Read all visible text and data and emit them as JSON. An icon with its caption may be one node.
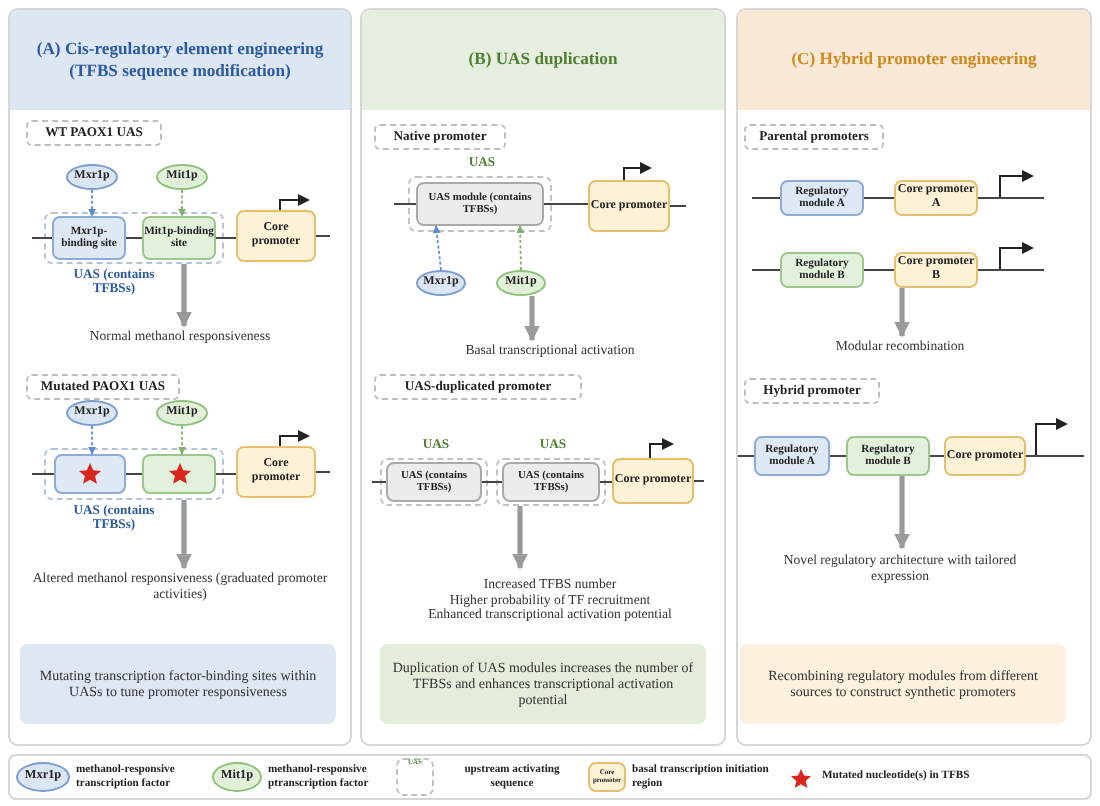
{
  "diagram": {
    "nodes": [
      {
        "text": [
          "(A) Cis-regulatory element engineering (TFBS sequence modification)"
        ]
      },
      {
        "text": [
          "WT PAOX1 UAS"
        ],
        "in": 0
      },
      {
        "text": [
          "Mxr1p"
        ],
        "in": 0
      },
      {
        "text": [
          "Mit1p"
        ],
        "in": 0
      },
      {
        "text": [
          "UAS (contains TFBSs)"
        ],
        "in": 0
      },
      {
        "text": [
          "Mxr1p-binding site"
        ],
        "in": 4
      },
      {
        "text": [
          "Mit1p-binding site"
        ],
        "in": 4
      },
      {
        "text": [
          "Core promoter"
        ],
        "in": 0
      },
      {
        "text": [
          "Normal methanol responsiveness"
        ],
        "in": 0
      },
      {
        "text": [
          "Mutated PAOX1 UAS"
        ],
        "in": 0
      },
      {
        "text": [
          "Mxr1p"
        ],
        "in": 0
      },
      {
        "text": [
          "Mit1p"
        ],
        "in": 0
      },
      {
        "text": [
          "UAS (contains TFBSs)"
        ],
        "in": 0
      },
      {
        "text": [],
        "shape": "box",
        "in": 12
      },
      {
        "text": [],
        "shape": "box",
        "in": 12
      },
      {
        "text": [
          "Core promoter"
        ],
        "in": 0
      },
      {
        "text": [
          "Altered methanol responsiveness (graduated promoter activities)"
        ],
        "in": 0
      },
      {
        "text": [
          "Mutating transcription factor-binding sites within UASs to tune promoter responsiveness"
        ],
        "in": 0
      },
      {
        "text": [
          "(B) UAS duplication"
        ]
      },
      {
        "text": [
          "Native promoter"
        ],
        "in": 18
      },
      {
        "text": [
          "UAS"
        ],
        "in": 18
      },
      {
        "text": [
          "UAS module (contains TFBSs)"
        ],
        "in": 20
      },
      {
        "text": [
          "Core promoter"
        ],
        "in": 18
      },
      {
        "text": [
          "Mxr1p"
        ],
        "in": 18
      },
      {
        "text": [
          "Mit1p"
        ],
        "in": 18
      },
      {
        "text": [
          "Basal transcriptional activation"
        ],
        "in": 18
      },
      {
        "text": [
          "UAS-duplicated promoter"
        ],
        "in": 18
      },
      {
        "text": [
          "UAS"
        ],
        "in": 18
      },
      {
        "text": [
          "UAS (contains TFBSs)"
        ],
        "in": 27
      },
      {
        "text": [
          "UAS"
        ],
        "in": 18
      },
      {
        "text": [
          "UAS (contains TFBSs)"
        ],
        "in": 29
      },
      {
        "text": [
          "Core promoter"
        ],
        "in": 18
      },
      {
        "text": [
          "Increased TFBS number",
          "Higher probability of TF recruitment",
          "Enhanced transcriptional activation potential"
        ],
        "in": 18
      },
      {
        "text": [
          "Duplication of UAS modules increases the number of  TFBSs and enhances transcriptional activation potential"
        ],
        "in": 18
      },
      {
        "text": [
          "(C) Hybrid promoter engineering"
        ]
      },
      {
        "text": [
          "Parental promoters"
        ],
        "in": 34
      },
      {
        "text": [
          "Regulatory module A"
        ],
        "in": 34
      },
      {
        "text": [
          "Core promoter A"
        ],
        "in": 34
      },
      {
        "text": [
          "Regulatory module B"
        ],
        "in": 34
      },
      {
        "text": [
          "Core promoter B"
        ],
        "in": 34
      },
      {
        "text": [
          "Modular recombination"
        ],
        "in": 34
      },
      {
        "text": [
          "Hybrid promoter"
        ],
        "in": 34
      },
      {
        "text": [
          "Regulatory module A"
        ],
        "in": 34
      },
      {
        "text": [
          "Regulatory module B"
        ],
        "in": 34
      },
      {
        "text": [
          "Core promoter"
        ],
        "in": 34
      },
      {
        "text": [
          "Novel regulatory architecture with tailored expression"
        ],
        "in": 34
      },
      {
        "text": [
          "Recombining regulatory modules from different sources to construct synthetic promoters"
        ],
        "in": 34
      }
    ],
    "edges": [
      {
        "from": 2,
        "to": 5,
        "arrow": "to",
        "style": "dashed",
        "color": "#5b8bd0"
      },
      {
        "from": 3,
        "to": 6,
        "arrow": "to",
        "style": "dashed",
        "color": "#7fb069"
      },
      {
        "from": 4,
        "to": 8,
        "arrow": "to",
        "style": "thick",
        "color": "#9a9a9a"
      },
      {
        "from": 10,
        "to": 13,
        "arrow": "to",
        "style": "dashed",
        "color": "#5b8bd0"
      },
      {
        "from": 11,
        "to": 14,
        "arrow": "to",
        "style": "dashed",
        "color": "#7fb069"
      },
      {
        "from": 12,
        "to": 16,
        "arrow": "to",
        "style": "thick",
        "color": "#9a9a9a"
      },
      {
        "from": 23,
        "to": 21,
        "arrow": "to",
        "style": "dashed",
        "color": "#5b8bd0"
      },
      {
        "from": 24,
        "to": 21,
        "arrow": "to",
        "style": "dashed",
        "color": "#7fb069"
      },
      {
        "from": 24,
        "to": 25,
        "arrow": "to",
        "style": "thick",
        "color": "#9a9a9a"
      },
      {
        "from": 29,
        "to": 32,
        "arrow": "to",
        "style": "thick",
        "color": "#9a9a9a"
      },
      {
        "from": 39,
        "to": 40,
        "arrow": "to",
        "style": "thick",
        "color": "#9a9a9a"
      },
      {
        "from": 43,
        "to": 45,
        "arrow": "to",
        "style": "thick",
        "color": "#9a9a9a"
      },
      {
        "from": null,
        "to": 5,
        "arrow": "none"
      },
      {
        "from": 5,
        "to": 6,
        "arrow": "none"
      },
      {
        "from": 6,
        "to": 7,
        "arrow": "none"
      },
      {
        "from": 7,
        "to": null,
        "arrow": "none"
      },
      {
        "from": null,
        "to": 13,
        "arrow": "none"
      },
      {
        "from": 13,
        "to": 14,
        "arrow": "none"
      },
      {
        "from": 14,
        "to": 15,
        "arrow": "none"
      },
      {
        "from": 15,
        "to": null,
        "arrow": "none"
      },
      {
        "from": null,
        "to": 21,
        "arrow": "none"
      },
      {
        "from": 21,
        "to": 22,
        "arrow": "none"
      },
      {
        "from": 22,
        "to": null,
        "arrow": "none"
      },
      {
        "from": null,
        "to": 28,
        "arrow": "none"
      },
      {
        "from": 28,
        "to": 30,
        "arrow": "none"
      },
      {
        "from": 30,
        "to": 31,
        "arrow": "none"
      },
      {
        "from": 31,
        "to": null,
        "arrow": "none"
      },
      {
        "from": null,
        "to": 36,
        "arrow": "none"
      },
      {
        "from": 36,
        "to": 37,
        "arrow": "none"
      },
      {
        "from": 37,
        "to": null,
        "arrow": "none"
      },
      {
        "from": null,
        "to": 38,
        "arrow": "none"
      },
      {
        "from": 38,
        "to": 39,
        "arrow": "none"
      },
      {
        "from": 39,
        "to": null,
        "arrow": "none"
      },
      {
        "from": null,
        "to": 42,
        "arrow": "none"
      },
      {
        "from": 42,
        "to": 43,
        "arrow": "none"
      },
      {
        "from": 43,
        "to": 44,
        "arrow": "none"
      },
      {
        "from": 44,
        "to": null,
        "arrow": "none"
      }
    ],
    "labels": [
      "Mxr1p",
      "Mit1p",
      "UAS",
      "Core promoter"
    ],
    "legend": [
      {
        "text": "methanol-responsive transcription factor"
      },
      {
        "text": "methanol-responsive ptranscription factor"
      },
      {
        "text": "upstream activating sequence"
      },
      {
        "text": "basal transcription initiation region"
      },
      {
        "text": "Mutated nucleotide(s) in TFBS"
      }
    ]
  }
}
